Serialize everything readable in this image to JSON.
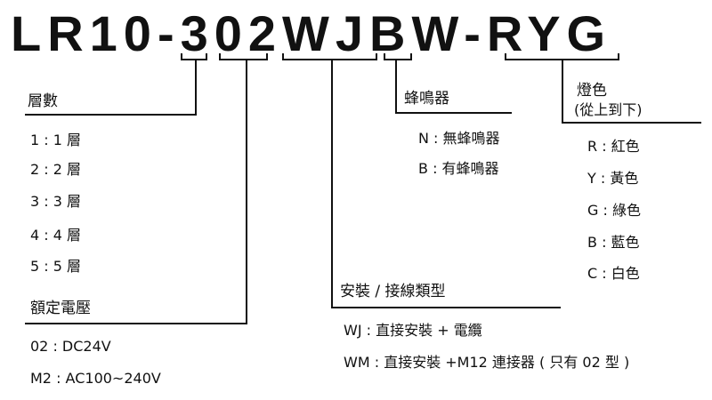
{
  "model_code": "LR10-302WJBW-RYG",
  "sections": {
    "layers": {
      "title": "層數",
      "items": [
        "1 : 1 層",
        "2 : 2 層",
        "3 : 3 層",
        "4 : 4 層",
        "5 : 5 層"
      ]
    },
    "voltage": {
      "title": "額定電壓",
      "items": [
        "02 : DC24V",
        "M2 : AC100~240V"
      ]
    },
    "install": {
      "title": "安裝 / 接線類型",
      "items": [
        "WJ : 直接安裝 + 電纜",
        "WM : 直接安裝 +M12 連接器 ( 只有 02 型 )"
      ]
    },
    "buzzer": {
      "title": "蜂鳴器",
      "items": [
        "N : 無蜂鳴器",
        "B : 有蜂鳴器"
      ]
    },
    "lights": {
      "title": "燈色",
      "subtitle": "(從上到下)",
      "items": [
        "R : 紅色",
        "Y : 黃色",
        "G : 綠色",
        "B : 藍色",
        "C : 白色"
      ]
    }
  }
}
